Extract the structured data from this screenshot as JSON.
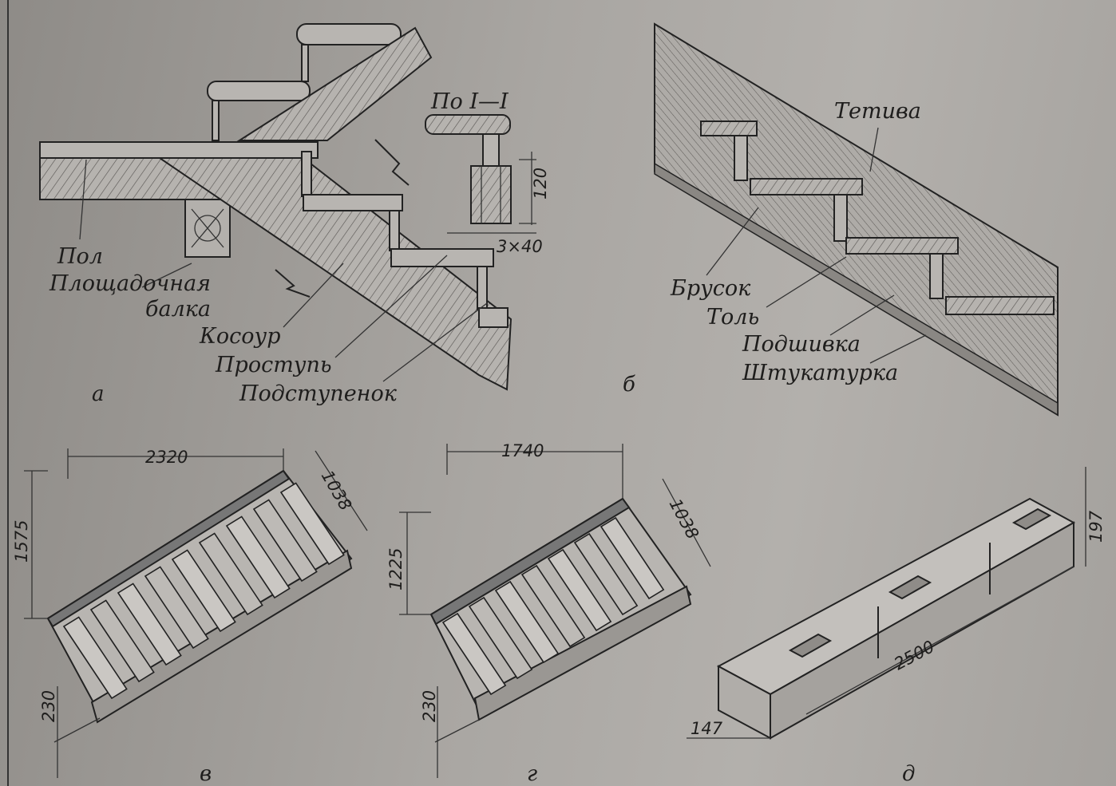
{
  "fig_a": {
    "section_title": "По I—I",
    "dim_height": "120",
    "dim_width": "3×40",
    "labels": {
      "floor": "Пол",
      "landing_beam_1": "Площадочная",
      "landing_beam_2": "балка",
      "stringer": "Косоур",
      "tread": "Проступь",
      "riser": "Подступенок"
    },
    "caption": "а"
  },
  "fig_b": {
    "labels": {
      "string": "Тетива",
      "bar": "Брусок",
      "roofing_felt": "Толь",
      "lining": "Подшивка",
      "plaster": "Штукатурка"
    },
    "caption": "б"
  },
  "fig_v": {
    "dim_length": "2320",
    "dim_width": "1038",
    "dim_height": "1575",
    "dim_base": "230",
    "caption": "в"
  },
  "fig_g": {
    "dim_length": "1740",
    "dim_width": "1038",
    "dim_height": "1225",
    "dim_base": "230",
    "caption": "г"
  },
  "fig_d": {
    "dim_length": "2500",
    "dim_height": "197",
    "dim_width": "147",
    "caption": "д"
  }
}
